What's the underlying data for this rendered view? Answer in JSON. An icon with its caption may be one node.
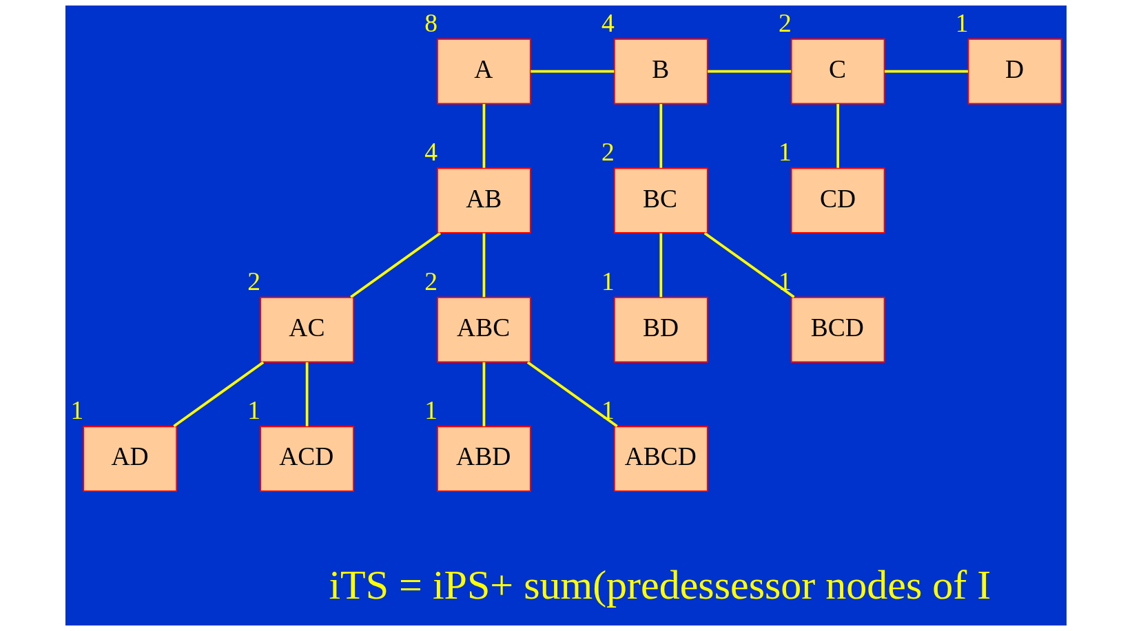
{
  "diagram": {
    "nodes": [
      {
        "text": [
          "A"
        ],
        "beside": [
          "8"
        ]
      },
      {
        "text": [
          "B"
        ],
        "beside": [
          "4"
        ]
      },
      {
        "text": [
          "C"
        ],
        "beside": [
          "2"
        ]
      },
      {
        "text": [
          "D"
        ],
        "beside": [
          "1"
        ]
      },
      {
        "text": [
          "AB"
        ],
        "beside": [
          "4"
        ]
      },
      {
        "text": [
          "AC"
        ],
        "beside": [
          "2"
        ]
      },
      {
        "text": [
          "AD"
        ],
        "beside": [
          "1"
        ]
      },
      {
        "text": [
          "BC"
        ],
        "beside": [
          "2"
        ]
      },
      {
        "text": [
          "BD"
        ],
        "beside": [
          "1"
        ]
      },
      {
        "text": [
          "CD"
        ],
        "beside": [
          "1"
        ]
      },
      {
        "text": [
          "ACD"
        ],
        "beside": [
          "1"
        ]
      },
      {
        "text": [
          "BCD"
        ],
        "beside": [
          "1"
        ]
      },
      {
        "text": [
          "ABC"
        ],
        "beside": [
          "2"
        ]
      },
      {
        "text": [
          "ABD"
        ],
        "beside": [
          "1"
        ]
      },
      {
        "text": [
          "ABCD"
        ],
        "beside": [
          "1"
        ]
      }
    ],
    "edges": [
      {
        "from": 0,
        "to": 1,
        "arrow": "none"
      },
      {
        "from": 1,
        "to": 2,
        "arrow": "none"
      },
      {
        "from": 2,
        "to": 3,
        "arrow": "none"
      },
      {
        "from": 0,
        "to": 4,
        "arrow": "none"
      },
      {
        "from": 4,
        "to": 5,
        "arrow": "none"
      },
      {
        "from": 5,
        "to": 6,
        "arrow": "none"
      },
      {
        "from": 1,
        "to": 7,
        "arrow": "none"
      },
      {
        "from": 7,
        "to": 8,
        "arrow": "none"
      },
      {
        "from": 2,
        "to": 9,
        "arrow": "none"
      },
      {
        "from": 5,
        "to": 10,
        "arrow": "none"
      },
      {
        "from": 7,
        "to": 11,
        "arrow": "none"
      },
      {
        "from": 4,
        "to": 12,
        "arrow": "none"
      },
      {
        "from": 12,
        "to": 13,
        "arrow": "none"
      },
      {
        "from": 12,
        "to": 14,
        "arrow": "none"
      }
    ],
    "labels": [
      "iTS = iPS+ sum(predessessor nodes of I"
    ]
  }
}
